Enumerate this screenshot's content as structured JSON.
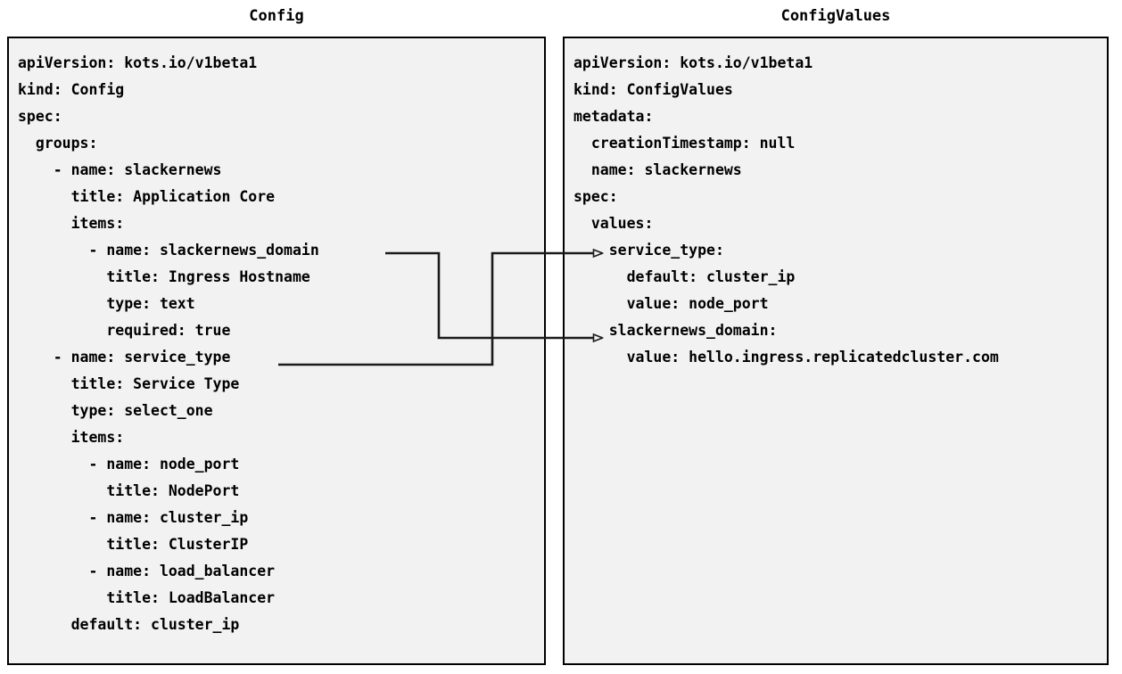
{
  "diagram": {
    "type": "two-panel-yaml-comparison",
    "background_color": "#ffffff",
    "panel_fill_color": "#f2f2f2",
    "panel_border_color": "#000000",
    "connector_color": "#1a1a1a"
  },
  "left_panel": {
    "title": "Config",
    "yaml": "apiVersion: kots.io/v1beta1\nkind: Config\nspec:\n  groups:\n    - name: slackernews\n      title: Application Core\n      items:\n        - name: slackernews_domain\n          title: Ingress Hostname\n          type: text\n          required: true\n    - name: service_type\n      title: Service Type\n      type: select_one\n      items:\n        - name: node_port\n          title: NodePort\n        - name: cluster_ip\n          title: ClusterIP\n        - name: load_balancer\n          title: LoadBalancer\n      default: cluster_ip",
    "lines": [
      "apiVersion: kots.io/v1beta1",
      "kind: Config",
      "spec:",
      "  groups:",
      "    - name: slackernews",
      "      title: Application Core",
      "      items:",
      "        - name: slackernews_domain",
      "          title: Ingress Hostname",
      "          type: text",
      "          required: true",
      "    - name: service_type",
      "      title: Service Type",
      "      type: select_one",
      "      items:",
      "        - name: node_port",
      "          title: NodePort",
      "        - name: cluster_ip",
      "          title: ClusterIP",
      "        - name: load_balancer",
      "          title: LoadBalancer",
      "      default: cluster_ip"
    ]
  },
  "right_panel": {
    "title": "ConfigValues",
    "yaml": "apiVersion: kots.io/v1beta1\nkind: ConfigValues\nmetadata:\n  creationTimestamp: null\n  name: slackernews\nspec:\n  values:\n    service_type:\n      default: cluster_ip\n      value: node_port\n    slackernews_domain:\n      value: hello.ingress.replicatedcluster.com",
    "lines": [
      "apiVersion: kots.io/v1beta1",
      "kind: ConfigValues",
      "metadata:",
      "  creationTimestamp: null",
      "  name: slackernews",
      "spec:",
      "  values:",
      "    service_type:",
      "      default: cluster_ip",
      "      value: node_port",
      "    slackernews_domain:",
      "      value: hello.ingress.replicatedcluster.com"
    ]
  },
  "connectors": [
    {
      "name": "slackernews_domain-mapping",
      "from": "Config.spec.groups[0].items[0].name: slackernews_domain",
      "to": "ConfigValues.spec.values.slackernews_domain",
      "arrowhead": "open-triangle"
    },
    {
      "name": "service_type-mapping",
      "from": "Config.spec.groups[1].name: service_type",
      "to": "ConfigValues.spec.values.service_type",
      "arrowhead": "open-triangle"
    }
  ]
}
